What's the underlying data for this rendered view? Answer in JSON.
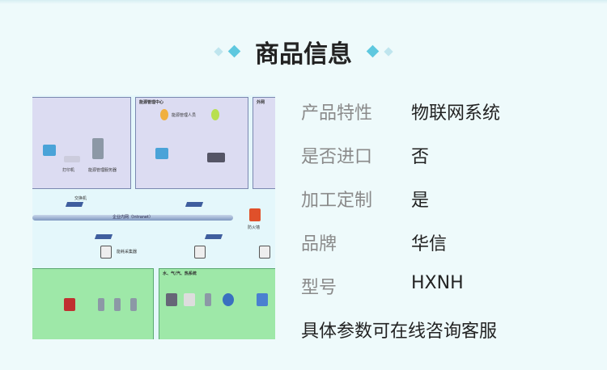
{
  "title": "商品信息",
  "diagram": {
    "zone_center": "能源管理中心",
    "zone_external": "外网",
    "zone_water": "水、气/汽、热系统",
    "bus": "企业内网（Intranet）",
    "switch": "交换机",
    "firewall": "防火墙",
    "collector": "能耗采集器",
    "server": "能源管理服务器",
    "manager": "能源管理人员",
    "printer": "打印机"
  },
  "specs": [
    {
      "label": "产品特性",
      "value": "物联网系统"
    },
    {
      "label": "是否进口",
      "value": "否"
    },
    {
      "label": "加工定制",
      "value": "是"
    },
    {
      "label": "品牌",
      "value": "华信"
    },
    {
      "label": "型号",
      "value": "HXNH"
    }
  ],
  "note": "具体参数可在线咨询客服"
}
